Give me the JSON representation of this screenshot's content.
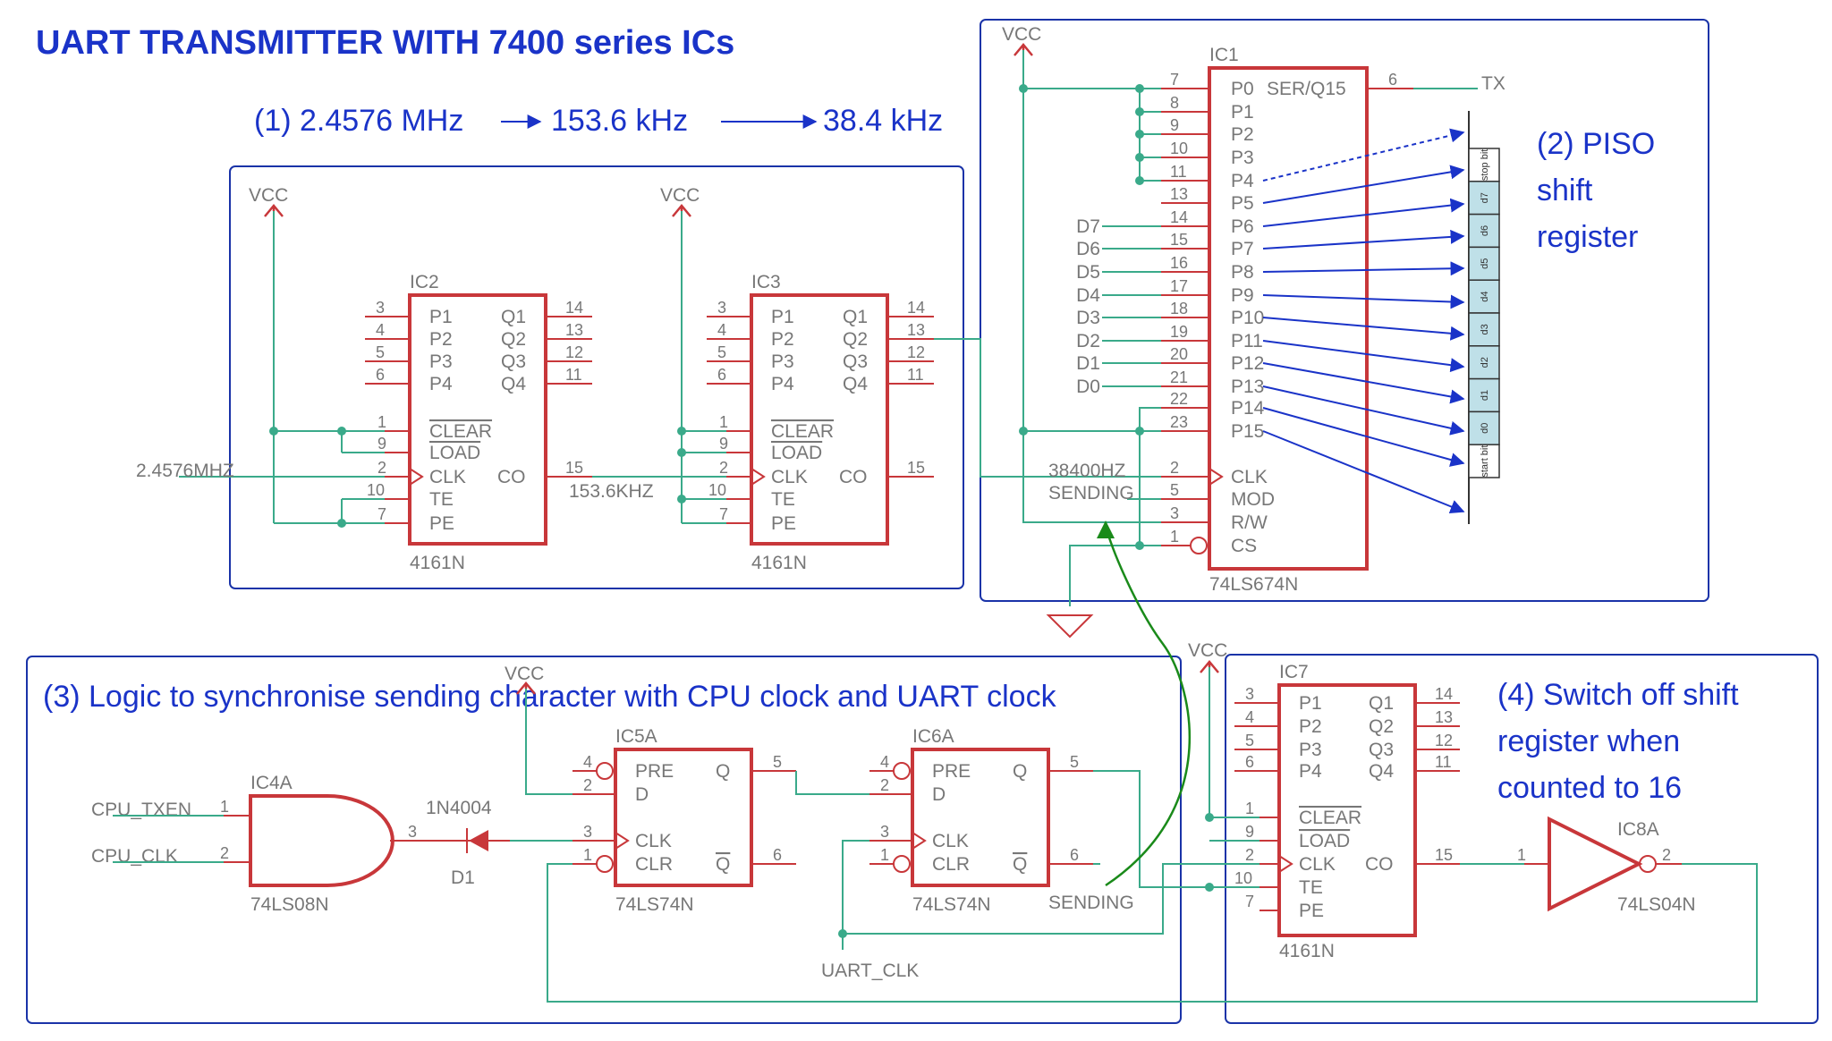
{
  "title": "UART TRANSMITTER WITH 7400 series ICs",
  "annotations": {
    "clock_prefix": "(1) 2.4576 MHz",
    "clock_mid": "153.6 kHz",
    "clock_end": "38.4 kHz",
    "piso_1": "(2) PISO",
    "piso_2": "shift",
    "piso_3": "register",
    "logic": "(3) Logic to synchronise sending character with CPU clock and UART clock",
    "switch_1": "(4) Switch off shift",
    "switch_2": "register when",
    "switch_3": "counted to 16"
  },
  "power": {
    "vcc": "VCC"
  },
  "ic2": {
    "ref": "IC2",
    "part": "4161N"
  },
  "ic3": {
    "ref": "IC3",
    "part": "4161N"
  },
  "ic7": {
    "ref": "IC7",
    "part": "4161N"
  },
  "counter_labels": {
    "p1": "P1",
    "p2": "P2",
    "p3": "P3",
    "p4": "P4",
    "q1": "Q1",
    "q2": "Q2",
    "q3": "Q3",
    "q4": "Q4",
    "clear": "CLEAR",
    "load": "LOAD",
    "clk": "CLK",
    "te": "TE",
    "pe": "PE",
    "co": "CO"
  },
  "counter_pins": {
    "p1": "3",
    "p2": "4",
    "p3": "5",
    "p4": "6",
    "q1": "14",
    "q2": "13",
    "q3": "12",
    "q4": "11",
    "clear": "1",
    "load": "9",
    "clk": "2",
    "te": "10",
    "pe": "7",
    "co": "15"
  },
  "ic1": {
    "ref": "IC1",
    "part": "74LS674N",
    "pins_left": [
      {
        "n": "7",
        "l": "P0"
      },
      {
        "n": "8",
        "l": "P1"
      },
      {
        "n": "9",
        "l": "P2"
      },
      {
        "n": "10",
        "l": "P3"
      },
      {
        "n": "11",
        "l": "P4"
      },
      {
        "n": "13",
        "l": "P5"
      },
      {
        "n": "14",
        "l": "P6"
      },
      {
        "n": "15",
        "l": "P7"
      },
      {
        "n": "16",
        "l": "P8"
      },
      {
        "n": "17",
        "l": "P9"
      },
      {
        "n": "18",
        "l": "P10"
      },
      {
        "n": "19",
        "l": "P11"
      },
      {
        "n": "20",
        "l": "P12"
      },
      {
        "n": "21",
        "l": "P13"
      },
      {
        "n": "22",
        "l": "P14"
      },
      {
        "n": "23",
        "l": "P15"
      },
      {
        "n": "2",
        "l": "CLK"
      },
      {
        "n": "5",
        "l": "MOD"
      },
      {
        "n": "3",
        "l": "R/W"
      },
      {
        "n": "1",
        "l": "CS"
      }
    ],
    "ser_label": "SER/Q15",
    "ser_pin": "6",
    "tx": "TX"
  },
  "data_nets": [
    "D7",
    "D6",
    "D5",
    "D4",
    "D3",
    "D2",
    "D1",
    "D0"
  ],
  "frame_cells": [
    "stop bit",
    "d7",
    "d6",
    "d5",
    "d4",
    "d3",
    "d2",
    "d1",
    "d0",
    "start bit"
  ],
  "nets": {
    "clk_in": "2.4576MHZ",
    "clk_mid": "153.6KHZ",
    "clk_out": "38400HZ",
    "sending": "SENDING",
    "sending2": "SENDING",
    "uart_clk": "UART_CLK",
    "cpu_txen": "CPU_TXEN",
    "cpu_clk": "CPU_CLK"
  },
  "ic4a": {
    "ref": "IC4A",
    "part": "74LS08N",
    "pin1": "1",
    "pin2": "2",
    "pin3": "3"
  },
  "d1": {
    "ref": "D1",
    "part": "1N4004"
  },
  "ic5a": {
    "ref": "IC5A",
    "part": "74LS74N"
  },
  "ic6a": {
    "ref": "IC6A",
    "part": "74LS74N"
  },
  "ff_labels": {
    "pre": "PRE",
    "d": "D",
    "clk": "CLK",
    "clr": "CLR",
    "q": "Q",
    "qn": "Q"
  },
  "ff_pins": {
    "pre": "4",
    "d": "2",
    "clk": "3",
    "clr": "1",
    "q": "5",
    "qn": "6"
  },
  "ic8a": {
    "ref": "IC8A",
    "part": "74LS04N",
    "pin_in": "1",
    "pin_out": "2"
  }
}
